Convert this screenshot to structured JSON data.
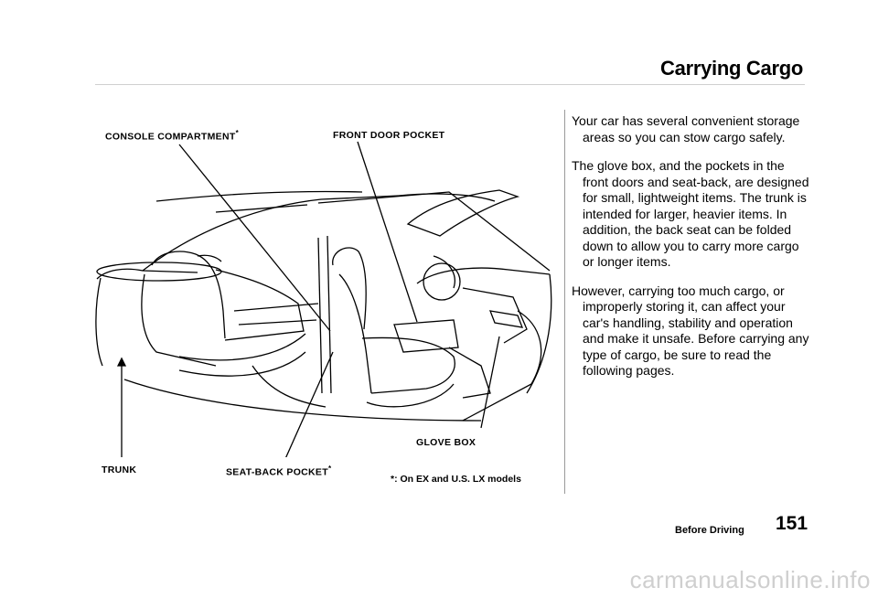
{
  "header": {
    "title": "Carrying Cargo"
  },
  "figure": {
    "callouts": {
      "console": "CONSOLE COMPARTMENT",
      "front_door": "FRONT DOOR POCKET",
      "glove_box": "GLOVE BOX",
      "trunk": "TRUNK",
      "seat_back": "SEAT-BACK POCKET"
    },
    "asterisk": "*",
    "footnote": "*:  On EX and U.S. LX models"
  },
  "body": {
    "paragraphs": [
      "Your car has several convenient storage areas so you can stow cargo safely.",
      "The glove box, and the pockets in the front doors and seat-back, are designed for small, lightweight items. The trunk is intended for larger, heavier items. In addition, the back seat can be folded down to allow you to carry more cargo or longer items.",
      "However, carrying too much cargo, or improperly storing it, can affect your car's handling, stability and operation and make it unsafe. Before carrying any type of cargo, be sure to read the following pages."
    ]
  },
  "footer": {
    "section": "Before Driving",
    "page_number": "151"
  },
  "watermark": "carmanualsonline.info"
}
